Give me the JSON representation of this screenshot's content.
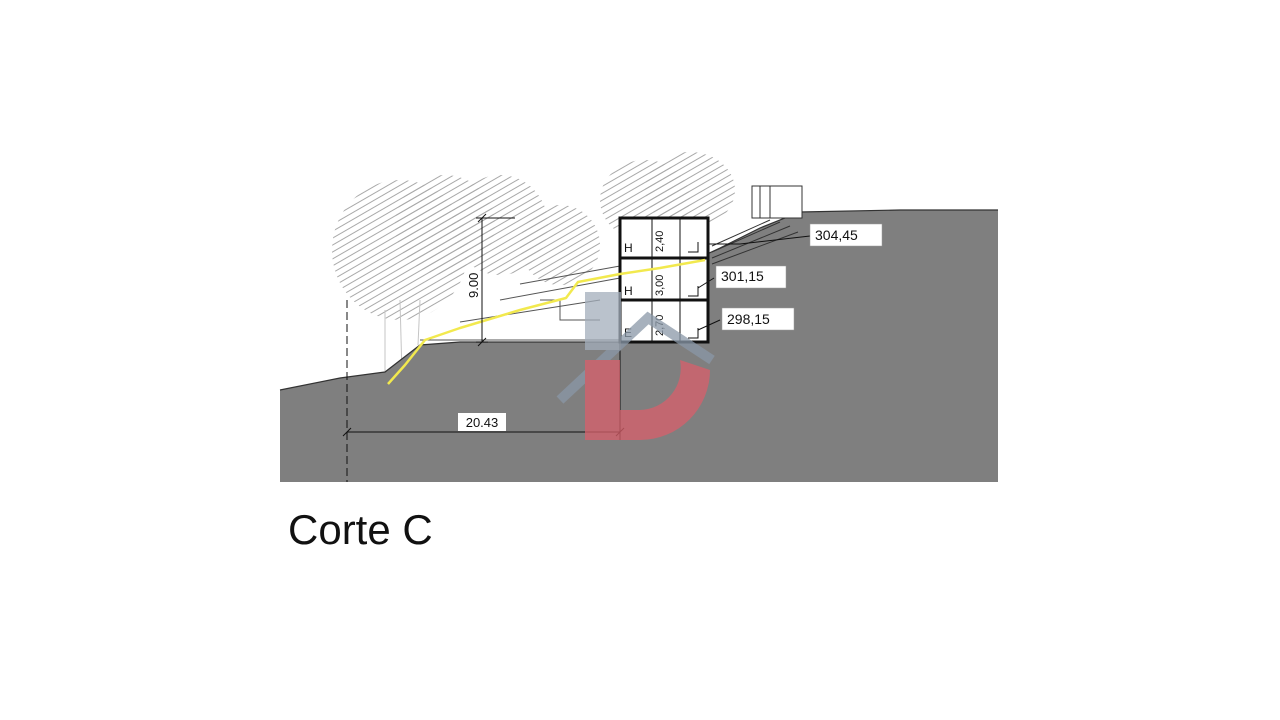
{
  "caption": "Corte C",
  "levels": {
    "top": "304,45",
    "middle": "301,15",
    "bottom": "298,15"
  },
  "floor_heights": {
    "upper": "2,40",
    "middle": "3,00",
    "lower": "2,70"
  },
  "floor_codes": {
    "upper": "H",
    "middle": "H",
    "lower": "E"
  },
  "dimensions": {
    "height": "9.00",
    "distance": "20.43"
  },
  "colors": {
    "terrain": "#7f7f7f",
    "trees": "#9a9a9a",
    "site_line": "#f2e94e",
    "logo_blue": "#8a98a8",
    "logo_red": "#d9606b"
  },
  "logo": {
    "icon": "house-d-logo-icon"
  }
}
